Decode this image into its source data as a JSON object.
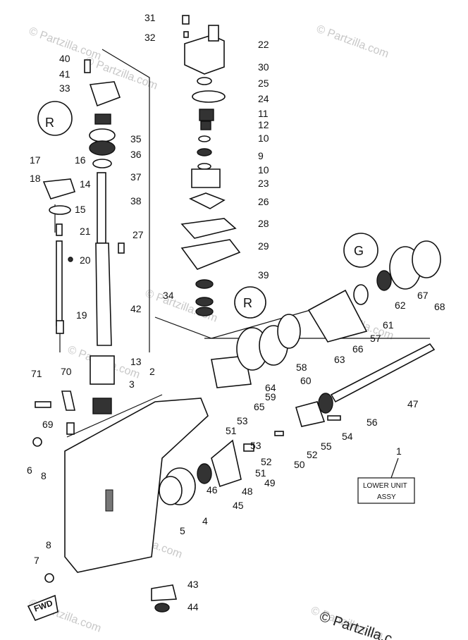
{
  "diagram": {
    "callouts": [
      "31",
      "32",
      "22",
      "30",
      "25",
      "24",
      "11",
      "12",
      "10",
      "9",
      "10",
      "23",
      "26",
      "28",
      "29",
      "39",
      "34",
      "40",
      "41",
      "33",
      "35",
      "36",
      "37",
      "38",
      "16",
      "17",
      "14",
      "18",
      "15",
      "21",
      "27",
      "20",
      "19",
      "42",
      "13",
      "3",
      "2",
      "71",
      "70",
      "69",
      "6",
      "8",
      "8",
      "7",
      "43",
      "44",
      "4",
      "5",
      "45",
      "46",
      "48",
      "51",
      "53",
      "52",
      "49",
      "53",
      "51",
      "50",
      "52",
      "55",
      "54",
      "56",
      "47",
      "57",
      "66",
      "61",
      "62",
      "67",
      "68",
      "63",
      "58",
      "60",
      "64",
      "59",
      "65"
    ],
    "assembly_box": {
      "line1": "LOWER UNIT",
      "line2": "ASSY",
      "ref": "1"
    },
    "fwd_label": "FWD",
    "watermarks": [
      "© Partzilla.com",
      "© Partzilla.com",
      "© Partzilla.com",
      "© Partzilla.com",
      "© Partzilla.com",
      "© Partzilla.com",
      "© Partzilla.com",
      "© Partzilla.com",
      "© Partzilla.com"
    ],
    "corner_watermark": "© Partzilla.c",
    "detail_glyphs": [
      "R",
      "R",
      "G"
    ]
  }
}
